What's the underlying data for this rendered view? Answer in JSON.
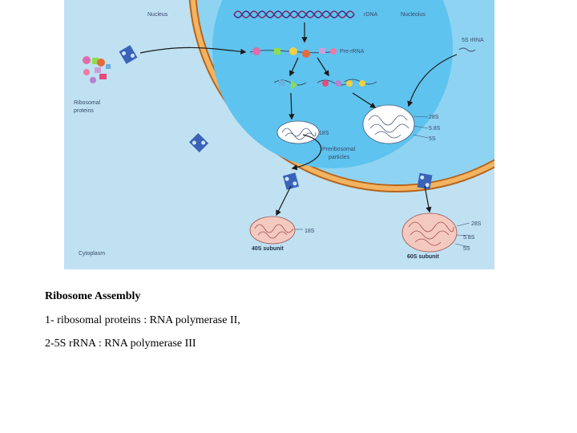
{
  "figure": {
    "labels": {
      "nucleus": "Nucleus",
      "nucleolus": "Nucleolus",
      "rdna": "rDNA",
      "pre_rrna": "Pre-rRNA",
      "rna_5s": "5S rRNA",
      "ribosomal_proteins_1": "Ribosomal",
      "ribosomal_proteins_2": "proteins",
      "nuc_28s": "28S",
      "nuc_58s": "5.8S",
      "nuc_5s": "5S",
      "nuc_18s": "18S",
      "preribosomal_1": "Preribosomal",
      "preribosomal_2": "particles",
      "cyto_18s": "18S",
      "cyto_28s": "28S",
      "cyto_58s": "5.8S",
      "cyto_5s": "5S",
      "subunit_40s": "40S subunit",
      "subunit_60s": "60S subunit",
      "cytoplasm": "Cytoplasm"
    },
    "colors": {
      "cytoplasm": "#bfe1f2",
      "nucleus": "#8fd3f3",
      "nucleolus": "#5ec3ee",
      "envelope": "#e89a3c",
      "pore": "#3a63b8",
      "ribosome": "#f4c9c0"
    }
  },
  "caption": {
    "title": "Ribosome Assembly",
    "line1": "1- ribosomal proteins : RNA polymerase II,",
    "line2": "2-5S rRNA : RNA polymerase III"
  }
}
